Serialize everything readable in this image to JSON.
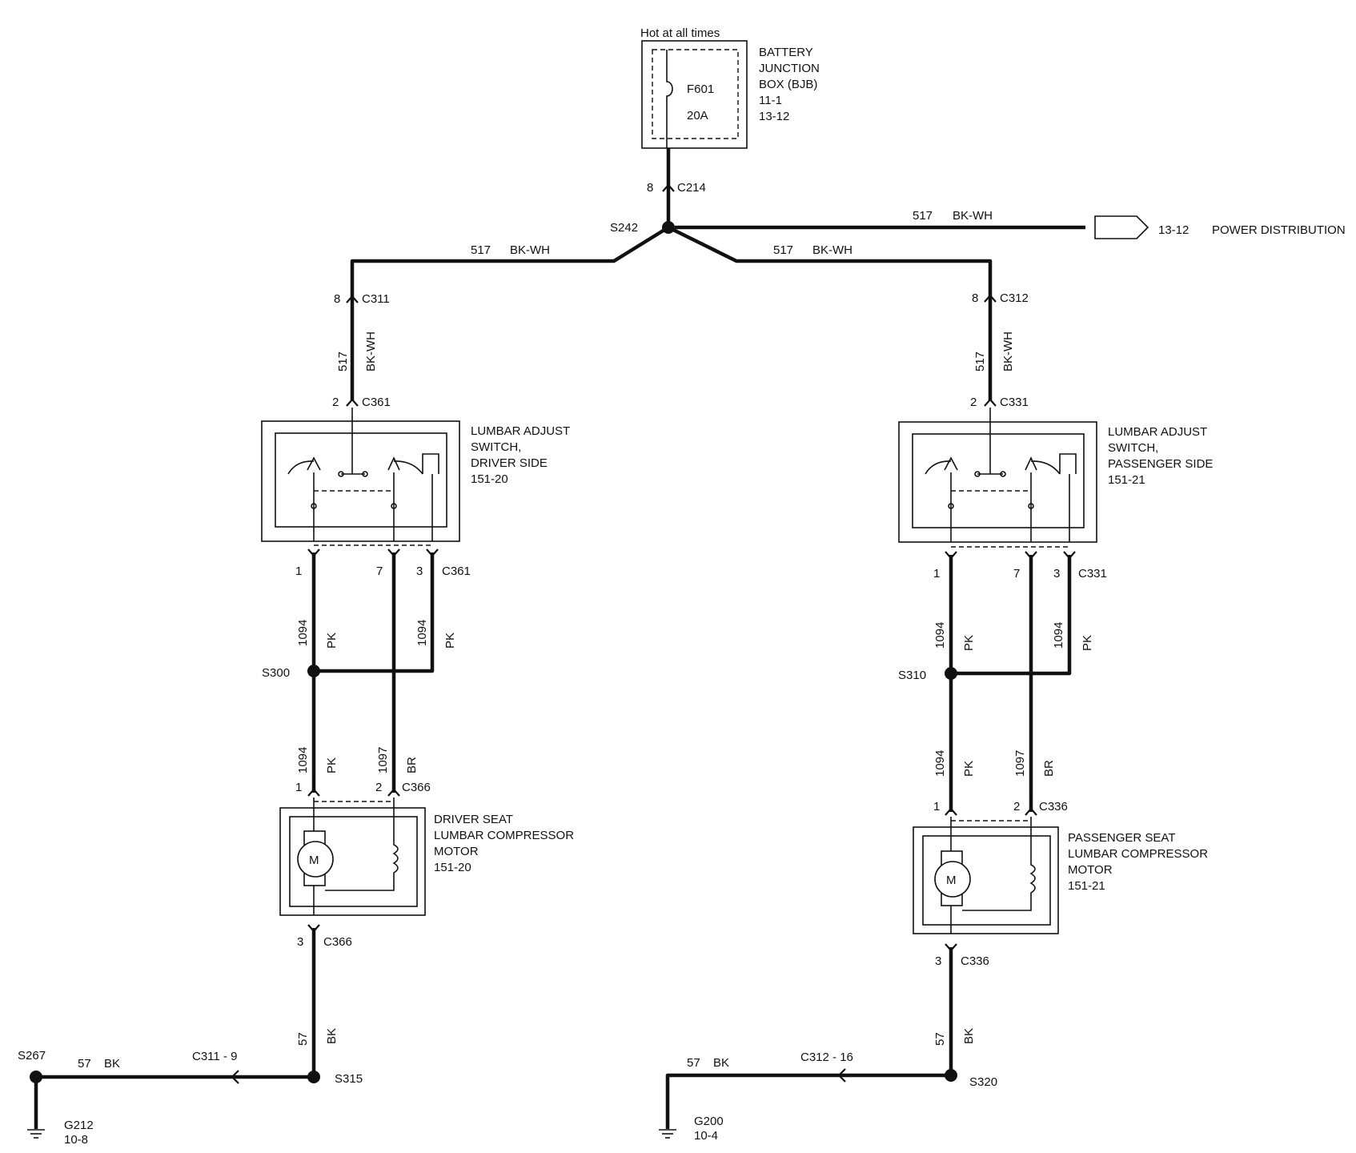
{
  "battery_junction_box": {
    "hot_label": "Hot at all times",
    "name": [
      "BATTERY",
      "JUNCTION",
      "BOX (BJB)",
      "11-1",
      "13-12"
    ],
    "fuse": "F601",
    "fuse_rating": "20A"
  },
  "connectors": {
    "c214": {
      "pin": "8",
      "name": "C214"
    },
    "s242": "S242",
    "c311": {
      "pin": "8",
      "name": "C311"
    },
    "c312": {
      "pin": "8",
      "name": "C312"
    },
    "c361_top": {
      "pin": "2",
      "name": "C361"
    },
    "c331_top": {
      "pin": "2",
      "name": "C331"
    },
    "c361_bottom": {
      "pins": [
        "1",
        "7",
        "3"
      ],
      "name": "C361"
    },
    "c331_bottom": {
      "pins": [
        "1",
        "7",
        "3"
      ],
      "name": "C331"
    },
    "c366_top": {
      "pins": [
        "1",
        "2"
      ],
      "name": "C366"
    },
    "c336_top": {
      "pins": [
        "1",
        "2"
      ],
      "name": "C336"
    },
    "c366_bottom": {
      "pin": "3",
      "name": "C366"
    },
    "c336_bottom": {
      "pin": "3",
      "name": "C336"
    },
    "s300": "S300",
    "s310": "S310",
    "s315": "S315",
    "s320": "S320",
    "s267": "S267",
    "c311_9": "C311  -  9",
    "c312_16": "C312  -  16"
  },
  "wires": {
    "w517": {
      "circuit": "517",
      "color": "BK-WH"
    },
    "w1094": {
      "circuit": "1094",
      "color": "PK"
    },
    "w1097": {
      "circuit": "1097",
      "color": "BR"
    },
    "w57": {
      "circuit": "57",
      "color": "BK"
    }
  },
  "power_distribution": {
    "ref": "13-12",
    "label": "POWER DISTRIBUTION"
  },
  "driver_switch": [
    "LUMBAR ADJUST",
    "SWITCH,",
    "DRIVER SIDE",
    "151-20"
  ],
  "passenger_switch": [
    "LUMBAR ADJUST",
    "SWITCH,",
    "PASSENGER SIDE",
    "151-21"
  ],
  "driver_motor": [
    "DRIVER SEAT",
    "LUMBAR COMPRESSOR",
    "MOTOR",
    "151-20"
  ],
  "passenger_motor": [
    "PASSENGER SEAT",
    "LUMBAR COMPRESSOR",
    "MOTOR",
    "151-21"
  ],
  "motor_symbol": "M",
  "grounds": {
    "g212": {
      "name": "G212",
      "ref": "10-8"
    },
    "g200": {
      "name": "G200",
      "ref": "10-4"
    }
  }
}
